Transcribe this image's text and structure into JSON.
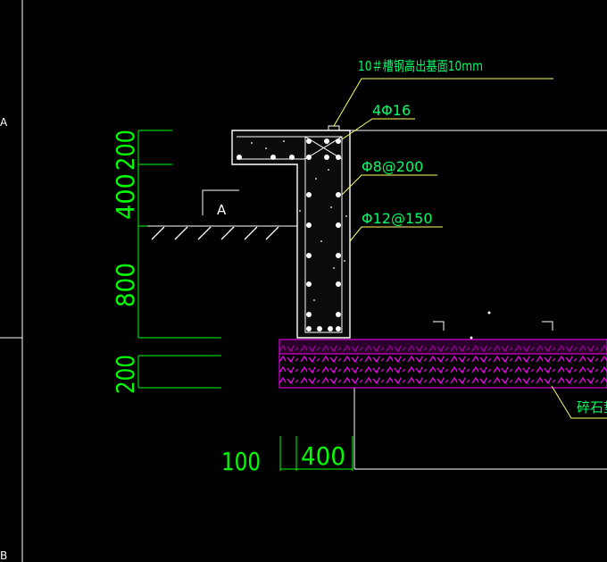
{
  "colors": {
    "background": "#000000",
    "structure": "#ffffff",
    "dimension": "#00ff00",
    "leader": "#ffff66",
    "label_text": "#00ff66",
    "gravel": "#ff00ff"
  },
  "grid": {
    "left_marker_top": "A",
    "left_marker_bottom": "B"
  },
  "section_marker": "A",
  "labels": {
    "channel_steel": "10＃槽钢高出基面10mm",
    "top_rebar": "4Φ16",
    "stirrup": "Φ8@200",
    "vertical_rebar": "Φ12@150",
    "gravel_cushion": "碎石垫"
  },
  "dimensions": {
    "v_200": "200",
    "v_400": "400",
    "v_800": "800",
    "v_200_base": "200",
    "h_100": "100",
    "h_400": "400"
  }
}
